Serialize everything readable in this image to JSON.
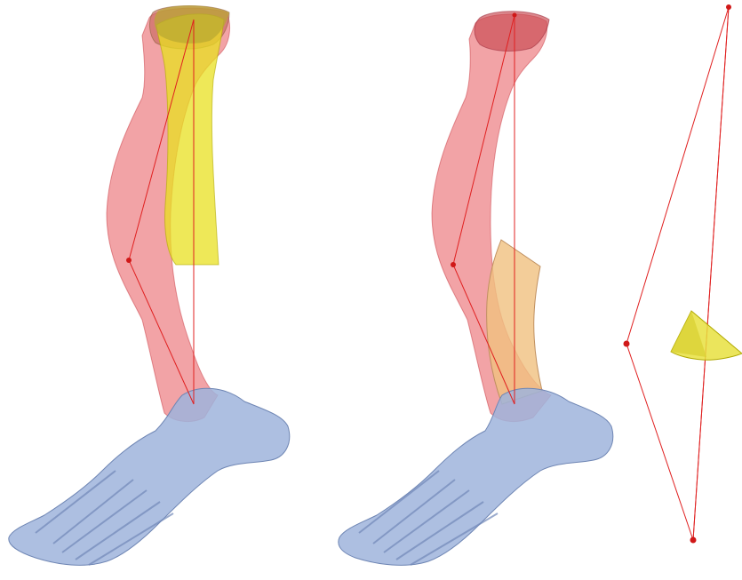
{
  "scene": {
    "background": "#ffffff",
    "panels": [
      {
        "id": "left",
        "content": "tibia-with-deformity-and-foot",
        "bone_color": "#e8585c",
        "correction_segment_color": "#e8e020",
        "foot_color": "#9fb4dc",
        "mechanical_axis_color": "#e02020"
      },
      {
        "id": "middle",
        "content": "tibia-with-wedge-osteotomy-and-foot",
        "bone_color": "#e8585c",
        "wedge_color": "#f0c080",
        "foot_color": "#9fb4dc",
        "mechanical_axis_color": "#e02020"
      },
      {
        "id": "right",
        "content": "axis-triangle-with-wedge",
        "axis_color": "#e02020",
        "wedge_color": "#e8e040"
      }
    ]
  }
}
